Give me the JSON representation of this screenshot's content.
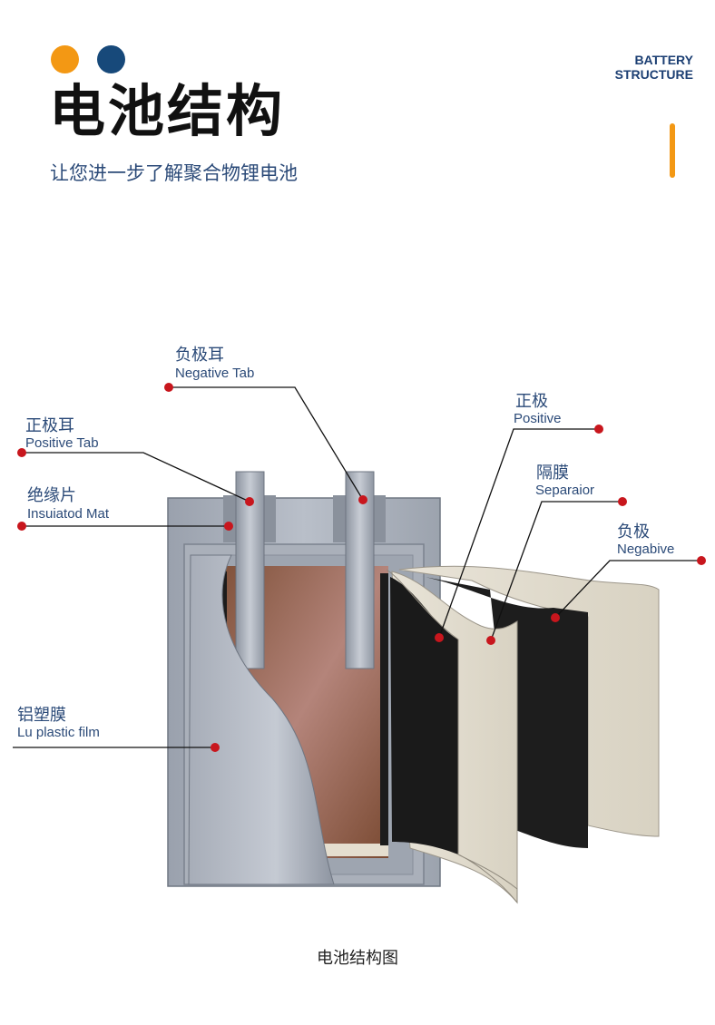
{
  "header": {
    "title": "电池结构",
    "subtitle": "让您进一步了解聚合物锂电池",
    "badge_line1": "BATTERY",
    "badge_line2": "STRUCTURE"
  },
  "labels": {
    "negative_tab": {
      "zh": "负极耳",
      "en": "Negative Tab"
    },
    "positive_tab": {
      "zh": "正极耳",
      "en": "Positive Tab"
    },
    "insulation": {
      "zh": "绝缘片",
      "en": "Insuiatod Mat"
    },
    "positive": {
      "zh": "正极",
      "en": "Positive"
    },
    "separator": {
      "zh": "隔膜",
      "en": "Separaior"
    },
    "negative": {
      "zh": "负极",
      "en": "Negabive"
    },
    "film": {
      "zh": "铝塑膜",
      "en": "Lu plastic film"
    }
  },
  "caption": "电池结构图",
  "colors": {
    "accent_orange": "#f39814",
    "accent_blue": "#17497a",
    "marker_red": "#c8161d"
  }
}
